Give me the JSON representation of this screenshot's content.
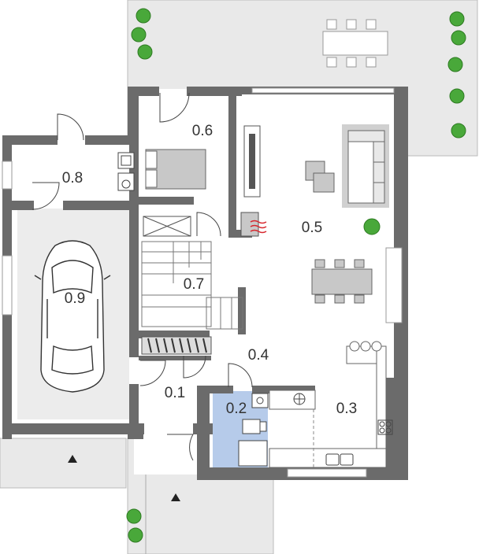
{
  "rooms": [
    {
      "id": "room-0-1",
      "label": "0.1"
    },
    {
      "id": "room-0-2",
      "label": "0.2"
    },
    {
      "id": "room-0-3",
      "label": "0.3"
    },
    {
      "id": "room-0-4",
      "label": "0.4"
    },
    {
      "id": "room-0-5",
      "label": "0.5"
    },
    {
      "id": "room-0-6",
      "label": "0.6"
    },
    {
      "id": "room-0-7",
      "label": "0.7"
    },
    {
      "id": "room-0-8",
      "label": "0.8"
    },
    {
      "id": "room-0-9",
      "label": "0.9"
    }
  ],
  "colors": {
    "wall": "#6b6b6b",
    "terrace": "#e9e9e9",
    "garage": "#ececec",
    "furniture": "#c8c8c8",
    "bathroom": "#b6cbea",
    "plant": "#49a83a"
  },
  "icons": [
    "entrance-arrow-icon",
    "plant-icon",
    "car-icon",
    "sofa-icon",
    "bed-icon",
    "dining-table-icon",
    "stove-icon",
    "sink-icon",
    "toilet-icon",
    "radiator-icon"
  ]
}
